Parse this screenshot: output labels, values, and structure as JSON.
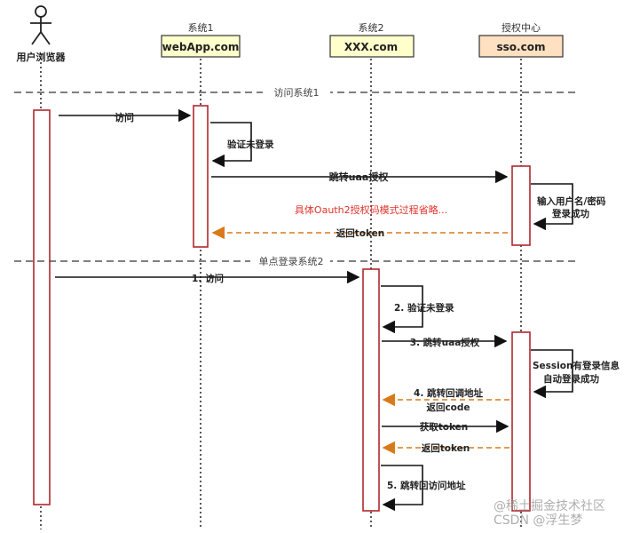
{
  "actor": {
    "label": "用户浏览器"
  },
  "participants": [
    {
      "id": "webapp",
      "caption": "系统1",
      "box_label": "webApp.com"
    },
    {
      "id": "xxx",
      "caption": "系统2",
      "box_label": "XXX.com"
    },
    {
      "id": "sso",
      "caption": "授权中心",
      "box_label": "sso.com"
    }
  ],
  "sections": [
    {
      "id": "sec1",
      "label": "访问系统1"
    },
    {
      "id": "sec2",
      "label": "单点登录系统2"
    }
  ],
  "messages": [
    {
      "id": "m1",
      "label": "访问"
    },
    {
      "id": "m2",
      "label": "验证未登录"
    },
    {
      "id": "m3",
      "label": "跳转uaa授权"
    },
    {
      "id": "m4a",
      "label": "输入用户名/密码"
    },
    {
      "id": "m4b",
      "label": "登录成功"
    },
    {
      "id": "note",
      "label": "具体Oauth2授权码模式过程省略..."
    },
    {
      "id": "m5",
      "label": "返回token"
    },
    {
      "id": "m6",
      "label": "1. 访问"
    },
    {
      "id": "m7",
      "label": "2. 验证未登录"
    },
    {
      "id": "m8",
      "label": "3. 跳转uaa授权"
    },
    {
      "id": "m9a",
      "label": "Session有登录信息"
    },
    {
      "id": "m9b",
      "label": "自动登录成功"
    },
    {
      "id": "m10a",
      "label": "4. 跳转回调地址"
    },
    {
      "id": "m10b",
      "label": "返回code"
    },
    {
      "id": "m11",
      "label": "获取token"
    },
    {
      "id": "m12",
      "label": "返回token"
    },
    {
      "id": "m13",
      "label": "5. 跳转回访问地址"
    }
  ],
  "watermark": {
    "line1": "@稀土掘金技术社区",
    "line2": "CSDN @浮生梦"
  },
  "colors": {
    "participant_fill": "#ffffcc",
    "participant_border": "#333333",
    "activation_border": "#b0272d",
    "sync_arrow": "#111111",
    "return_arrow": "#d97a1a",
    "note_text": "#e0332c",
    "section_line": "#555555"
  }
}
